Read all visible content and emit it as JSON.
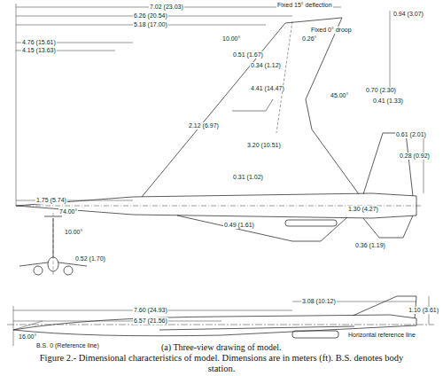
{
  "diagram": {
    "caption": "Figure 2.- Dimensional characteristics of model. Dimensions are in meters (ft). B.S. denotes body station.",
    "labels": [
      "7.02 (23.03)",
      "6.26 (20.54)",
      "5.18 (17.00)",
      "4.76 (15.61)",
      "4.15 (13.63)",
      "Fixed 15° deflection",
      "Fixed 0° droop",
      "0.94 (3.07)",
      "10.00°",
      "0.26°",
      "0.51 (1.67)",
      "0.34 (1.12)",
      "4.41 (14.47)",
      "45.00°",
      "0.70 (2.30)",
      "0.41 (1.33)",
      "0.61 (2.01)",
      "0.28 (0.92)",
      "74.00°",
      "1.75 (5.74)",
      "3.20 (10.51)",
      "2.12 (6.97)",
      "0.31 (1.02)",
      "0.49 (1.61)",
      "1.30 (4.27)",
      "0.36 (1.19)",
      "10.00°",
      "0.52 (1.70)",
      "7.60 (24.93)",
      "6.57 (21.56)",
      "3.08 (10.12)",
      "1.10 (3.61)",
      "Horizontal reference line",
      "16.00°",
      "B.S. 0 (Reference line)",
      "(a) Three-view drawing of model."
    ]
  }
}
